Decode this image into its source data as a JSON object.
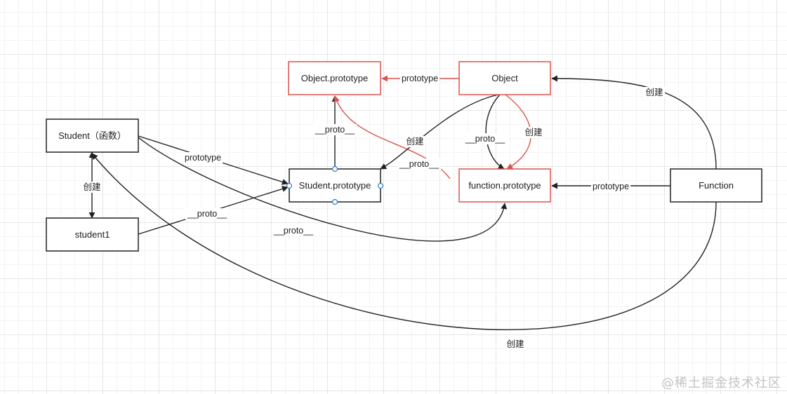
{
  "colors": {
    "black": "#222222",
    "red": "#d9534f",
    "handle": "#2f7fd0"
  },
  "nodes": {
    "object_prototype": {
      "label": "Object.prototype",
      "color": "red"
    },
    "object": {
      "label": "Object",
      "color": "red"
    },
    "student_function": {
      "label": "Student（函数）",
      "color": "black"
    },
    "student_prototype": {
      "label": "Student.prototype",
      "color": "black"
    },
    "function_prototype": {
      "label": "function.prototype",
      "color": "red"
    },
    "function": {
      "label": "Function",
      "color": "black"
    },
    "student1": {
      "label": "student1",
      "color": "black"
    }
  },
  "edges": {
    "object_to_object_prototype": {
      "label": "prototype",
      "color": "red"
    },
    "function_to_object": {
      "label": "创建",
      "color": "black"
    },
    "student_prototype_to_object_prototype": {
      "label": "__proto__",
      "color": "black"
    },
    "function_prototype_to_object_prototype": {
      "label": "__proto__",
      "color": "red"
    },
    "object_to_student_prototype": {
      "label": "创建",
      "color": "black"
    },
    "object_to_function_prototype_proto": {
      "label": "__proto__",
      "color": "black"
    },
    "object_to_function_prototype_create": {
      "label": "创建",
      "color": "red"
    },
    "student_to_student_prototype": {
      "label": "prototype",
      "color": "black"
    },
    "student_to_student1": {
      "label": "创建",
      "color": "black"
    },
    "student1_to_student_prototype": {
      "label": "__proto__",
      "color": "black"
    },
    "student_to_function_prototype": {
      "label": "__proto__",
      "color": "black"
    },
    "function_to_function_prototype": {
      "label": "prototype",
      "color": "black"
    },
    "function_to_student": {
      "label": "创建",
      "color": "black"
    }
  },
  "watermark": "@稀土掘金技术社区"
}
